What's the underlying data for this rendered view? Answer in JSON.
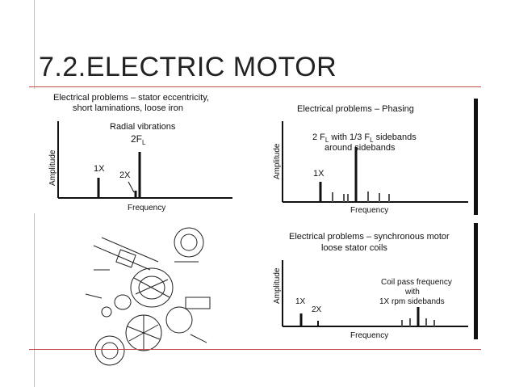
{
  "slide": {
    "title": "7.2.ELECTRIC MOTOR"
  },
  "charts": {
    "stator": {
      "title_line1": "Electrical problems – stator eccentricity,",
      "title_line2": "short laminations, loose iron",
      "subtitle": "Radial vibrations",
      "ylabel": "Amplitude",
      "xlabel": "Frequency",
      "labels": {
        "one_x": "1X",
        "two_x": "2X",
        "two_fl": "2F",
        "two_fl_sub": "L"
      }
    },
    "phasing": {
      "title": "Electrical problems – Phasing",
      "note_line1": "2 F",
      "note_sub1": "L",
      "note_mid": " with 1/3 F",
      "note_sub2": "L",
      "note_end": " sidebands",
      "note_line2": "around sidebands",
      "ylabel": "Amplitude",
      "xlabel": "Frequency",
      "labels": {
        "one_x": "1X"
      }
    },
    "synchronous": {
      "title_line1": "Electrical problems – synchronous motor",
      "title_line2": "loose stator coils",
      "note_line1": "Coil pass frequency",
      "note_line2": "with",
      "note_line3": "1X rpm sidebands",
      "ylabel": "Amplitude",
      "xlabel": "Frequency",
      "labels": {
        "one_x": "1X",
        "two_x": "2X"
      }
    }
  },
  "chart_data": [
    {
      "type": "bar",
      "title": "Electrical problems – stator eccentricity, short laminations, loose iron",
      "subtitle": "Radial vibrations",
      "xlabel": "Frequency",
      "ylabel": "Amplitude",
      "peaks": [
        {
          "label": "1X",
          "x": 1,
          "amplitude": 0.35
        },
        {
          "label": "2X",
          "x": 2,
          "amplitude": 0.12
        },
        {
          "label": "2FL",
          "x": 2.2,
          "amplitude": 0.9
        }
      ]
    },
    {
      "type": "bar",
      "title": "Electrical problems – Phasing",
      "xlabel": "Frequency",
      "ylabel": "Amplitude",
      "peaks": [
        {
          "label": "1X",
          "x": 1,
          "amplitude": 0.3
        },
        {
          "x": 1.3,
          "amplitude": 0.15
        },
        {
          "x": 1.6,
          "amplitude": 0.12
        },
        {
          "x": 1.9,
          "amplitude": 0.12
        },
        {
          "label": "2FL",
          "x": 2.2,
          "amplitude": 0.85
        },
        {
          "x": 2.5,
          "amplitude": 0.2
        },
        {
          "x": 2.8,
          "amplitude": 0.12
        },
        {
          "x": 3.1,
          "amplitude": 0.1
        }
      ]
    },
    {
      "type": "bar",
      "title": "Electrical problems – synchronous motor loose stator coils",
      "xlabel": "Frequency",
      "ylabel": "Amplitude",
      "peaks": [
        {
          "label": "1X",
          "x": 1,
          "amplitude": 0.35
        },
        {
          "label": "2X",
          "x": 2,
          "amplitude": 0.12
        },
        {
          "x": 6.2,
          "amplitude": 0.25
        },
        {
          "x": 6.6,
          "amplitude": 0.3
        },
        {
          "x": 7,
          "amplitude": 0.6
        },
        {
          "x": 7.4,
          "amplitude": 0.3
        },
        {
          "x": 7.8,
          "amplitude": 0.25
        }
      ]
    }
  ]
}
